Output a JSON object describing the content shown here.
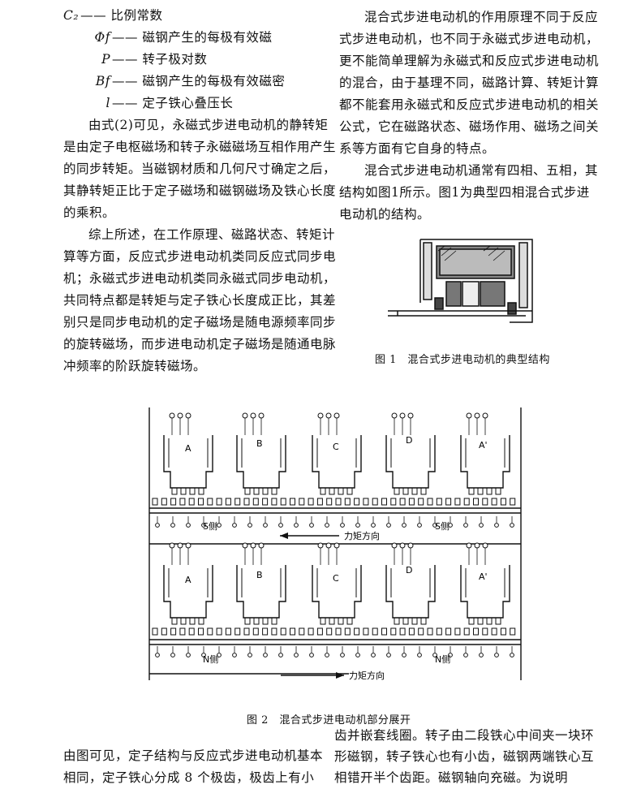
{
  "left_column": {
    "symbols": [
      {
        "sym": "C₂",
        "desc": "—— 比例常数"
      },
      {
        "sym": "Φf",
        "desc": "—— 磁钢产生的每极有效磁"
      },
      {
        "sym": "P",
        "desc": "—— 转子极对数"
      },
      {
        "sym": "Bf",
        "desc": "—— 磁钢产生的每极有效磁密"
      },
      {
        "sym": "l",
        "desc": "—— 定子铁心叠压长"
      }
    ],
    "para1": "由式(2)可见，永磁式步进电动机的静转矩是由定子电枢磁场和转子永磁磁场互相作用产生的同步转矩。当磁钢材质和几何尺寸确定之后，其静转矩正比于定子磁场和磁钢磁场及铁心长度的乘积。",
    "para2": "综上所述，在工作原理、磁路状态、转矩计算等方面，反应式步进电动机类同反应式同步电机；永磁式步进电动机类同永磁式同步电动机，共同特点都是转矩与定子铁心长度成正比，其差别只是同步电动机的定子磁场是随电源频率同步的旋转磁场，而步进电动机定子磁场是随通电脉冲频率的阶跃旋转磁场。"
  },
  "right_column": {
    "para1": "混合式步进电动机的作用原理不同于反应式步进电动机，也不同于永磁式步进电动机，更不能简单理解为永磁式和反应式步进电动机的混合，由于基理不同，磁路计算、转矩计算都不能套用永磁式和反应式步进电动机的相关公式，它在磁路状态、磁场作用、磁场之间关系等方面有它自身的特点。",
    "para2": "混合式步进电动机通常有四相、五相，其结构如图1所示。图1为典型四相混合式步进电动机的结构。"
  },
  "fig1": {
    "caption": "图 1　混合式步进电动机的典型结构"
  },
  "fig2": {
    "caption": "图 2　混合式步进电动机部分展开",
    "phase_labels": [
      "A",
      "B",
      "C",
      "D",
      "A'"
    ],
    "top_side_label": "S侧",
    "bottom_side_label": "N侧",
    "torque_label": "力矩方向"
  },
  "bottom_left": {
    "text": "由图可见，定子结构与反应式步进电动机基本相同，定子铁心分成 8 个极齿，极齿上有小"
  },
  "bottom_right": {
    "text": "齿并嵌套线圈。转子由二段铁心中间夹一块环形磁钢，转子铁心也有小齿，磁钢两端铁心互相错开半个齿距。磁钢轴向充磁。为说明"
  }
}
